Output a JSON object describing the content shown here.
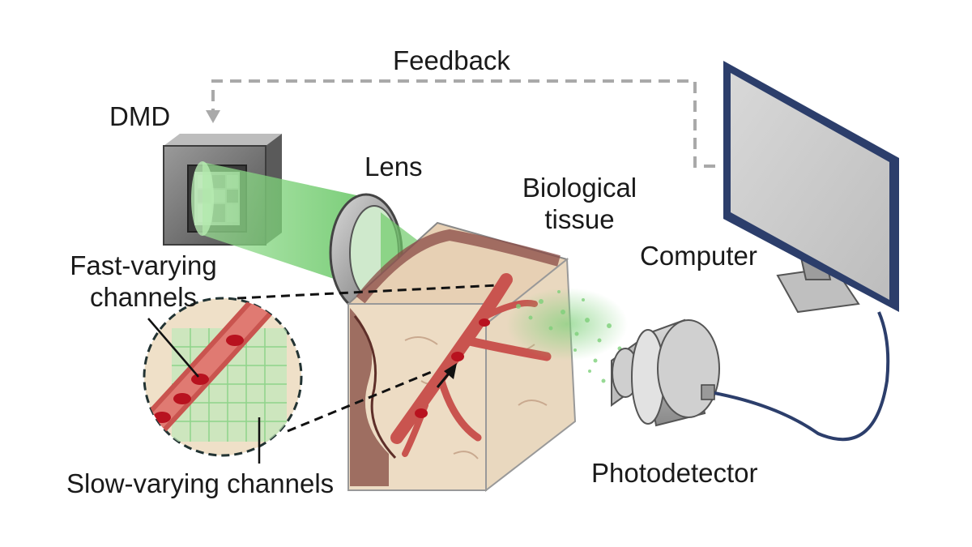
{
  "labels": {
    "feedback": "Feedback",
    "dmd": "DMD",
    "lens": "Lens",
    "tissue_line1": "Biological",
    "tissue_line2": "tissue",
    "computer": "Computer",
    "fast_line1": "Fast-varying",
    "fast_line2": "channels",
    "slow": "Slow-varying channels",
    "photodetector": "Photodetector"
  },
  "colors": {
    "beam": "#7ed07a",
    "vessel": "#c9544f",
    "blood_cell": "#b8121f",
    "tissue": "#efe0c8",
    "feedback_line": "#a9a9a9",
    "monitor_frame": "#2c3e6b",
    "grid": "#8fd48a"
  }
}
